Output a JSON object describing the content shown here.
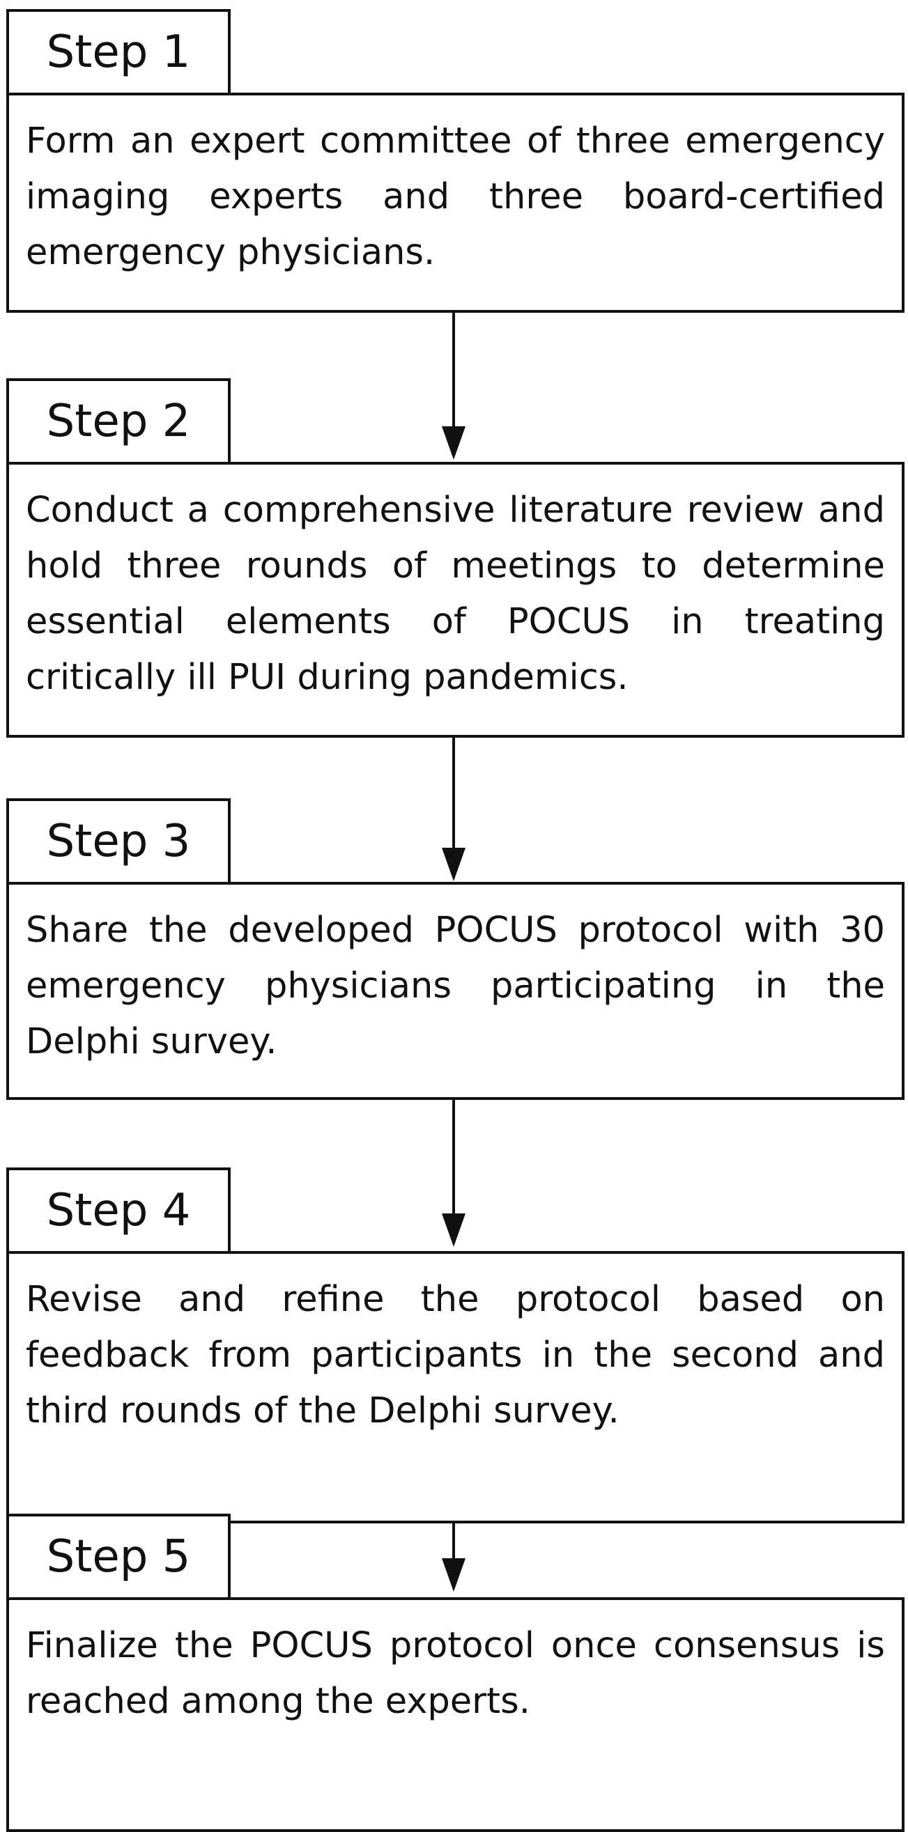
{
  "steps": [
    {
      "label": "Step 1",
      "text": "Form an expert committee of three emergency imaging experts and three board-certified emergency physicians."
    },
    {
      "label": "Step 2",
      "text": "Conduct a comprehensive literature review and hold three rounds of meetings to determine essential elements of POCUS in treating critically ill PUI during pandemics."
    },
    {
      "label": "Step 3",
      "text": "Share the developed POCUS protocol with 30 emergency physicians participating in the Delphi survey."
    },
    {
      "label": "Step 4",
      "text": "Revise and refine the protocol based on feedback from participants in the second and third rounds of the Delphi survey."
    },
    {
      "label": "Step 5",
      "text": "Finalize the POCUS protocol once consensus is reached among the experts."
    }
  ],
  "colors": {
    "stroke": "#111111",
    "background": "#ffffff"
  }
}
